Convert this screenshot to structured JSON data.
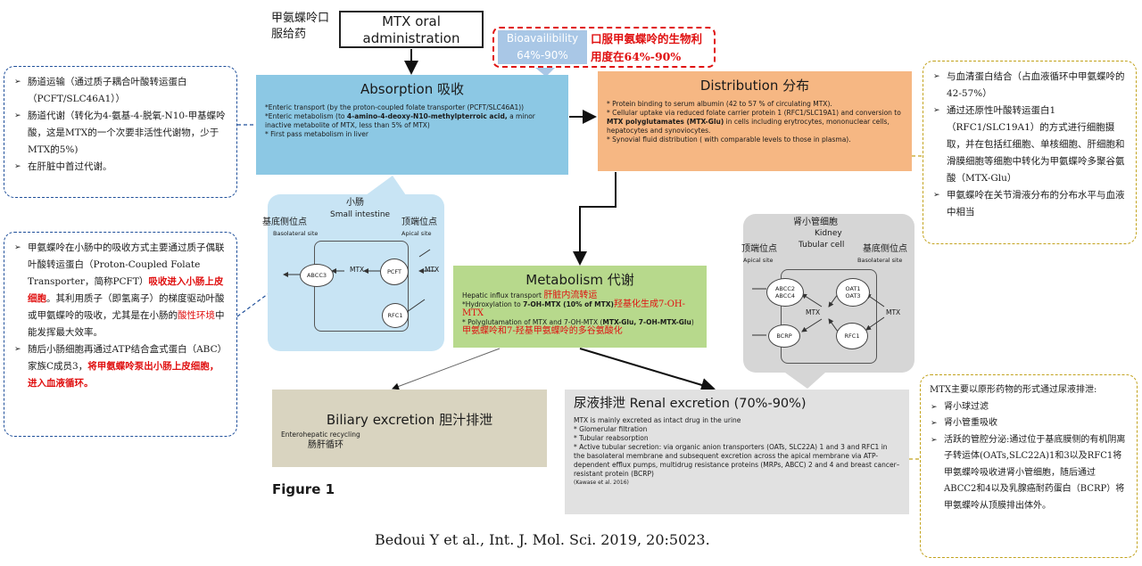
{
  "top": {
    "cn_admin": "甲氨蝶呤口服给药",
    "mtx_oral": "MTX oral administration",
    "bio_en1": "Bioavailibility",
    "bio_en2": "64%-90%",
    "bio_cn": "口服甲氨蝶呤的生物利用度在64%-90%"
  },
  "absorption": {
    "title": "Absorption 吸收",
    "l1": "*Enteric transport (by the proton-coupled folate transporter (PCFT/SLC46A1))",
    "l2a": "*Enteric metabolism (to ",
    "l2b": "4-amino-4-deoxy-N10-methylpterroic acid,",
    "l2c": " a minor inactive metabolite of MTX, less than 5% of MTX)",
    "l3": "* First pass metabolism in liver"
  },
  "distribution": {
    "title": "Distribution 分布",
    "l1": "* Protein binding to serum albumin (42 to 57 % of circulating MTX).",
    "l2a": "* Cellular uptake via reduced folate carrier protein 1 (RFC1/SLC19A1) and conversion to ",
    "l2b": "MTX polyglutamates (MTX-Glu)",
    "l2c": " in cells including erytrocytes, mononuclear cells, hepatocytes and synoviocytes.",
    "l3": "* Synovial fluid distribution ( with comparable levels to those in plasma)."
  },
  "metabolism": {
    "title": "Metabolism 代谢",
    "l1": "Hepatic influx transport",
    "l1cn": "肝脏内流转运",
    "l2a": "*Hydroxylation to ",
    "l2b": "7-OH-MTX (10% of MTX)",
    "l2cn": "羟基化生成7-OH-MTX",
    "l3a": "* Polyglutamation of MTX and 7-OH-MTX (",
    "l3b": "MTX-Glu, 7-OH-MTX-Glu",
    "l3c": ")",
    "l3cn": "甲氨蝶呤和7-羟基甲氨蝶呤的多谷氨酸化"
  },
  "biliary": {
    "title": "Biliary excretion 胆汁排泄",
    "l1": "Enterohepatic recycling",
    "l1cn": "肠肝循环"
  },
  "renal": {
    "title": "尿液排泄  Renal excretion (70%-90%)",
    "l1": "MTX is mainly excreted  as intact drug in the urine",
    "l2": "* Glomerular filtration",
    "l3": "* Tubular reabsorption",
    "l4": "* Active tubular secretion:  via organic anion transporters (OATs, SLC22A) 1 and 3 and RFC1 in the basolateral membrane and subsequent excretion across the apical membrane via ATP-dependent efflux pumps, multidrug resistance proteins (MRPs, ABCC) 2 and 4 and breast cancer–resistant protein (BCRP)",
    "cite": "(Kawase et al. 2016)"
  },
  "intestine": {
    "title_cn": "小肠",
    "title_en": "Small intestine",
    "baso_cn": "基底侧位点",
    "baso_en": "Basolateral site",
    "apical_cn": "顶端位点",
    "apical_en": "Apical site",
    "abcc3": "ABCC3",
    "pcft": "PCFT",
    "rfc1": "RFC1",
    "mtx_in": "MTX",
    "mtx_out": "MTX"
  },
  "kidney": {
    "title_cn": "肾小管细胞",
    "title_en1": "Kidney",
    "title_en2": "Tubular cell",
    "apical_cn": "顶端位点",
    "apical_en": "Apical site",
    "baso_cn": "基底侧位点",
    "baso_en": "Basolateral site",
    "abcc24": "ABCC2 ABCC4",
    "bcrp": "BCRP",
    "oat13": "OAT1 OAT3",
    "rfc1": "RFC1",
    "mtx_in": "MTX",
    "mtx_out": "MTX"
  },
  "notes": {
    "n1": [
      "肠道运输（通过质子耦合叶酸转运蛋白（PCFT/SLC46A1））",
      "肠道代谢（转化为4-氨基-4-脱氧-N10-甲基蝶呤酸，这是MTX的一个次要非活性代谢物，少于MTX的5%)",
      "在肝脏中首过代谢。"
    ],
    "n2_a": "甲氨蝶呤在小肠中的吸收方式主要通过质子偶联叶酸转运蛋白（Proton-Coupled Folate Transporter，简称PCFT）",
    "n2_red1": "吸收进入小肠上皮细胞",
    "n2_b": "。其利用质子（即氢离子）的梯度驱动叶酸或甲氨蝶呤的吸收，尤其是在小肠的",
    "n2_red2": "酸性环境",
    "n2_c": "中能发挥最大效率。",
    "n2_d": "随后小肠细胞再通过ATP结合盒式蛋白（ABC）家族C成员3，",
    "n2_red3": "将甲氨蝶呤泵出小肠上皮细胞，进入血液循环。",
    "n3": [
      "与血清蛋白结合（占血液循环中甲氨蝶呤的42-57%）",
      "通过还原性叶酸转运蛋白1（RFC1/SLC19A1）的方式进行细胞摄取，并在包括红细胞、单核细胞、肝细胞和滑膜细胞等细胞中转化为甲氨蝶呤多聚谷氨酸（MTX-Glu）",
      "甲氨蝶呤在关节滑液分布的分布水平与血液中相当"
    ],
    "n4_head": "MTX主要以原形药物的形式通过尿液排泄:",
    "n4": [
      "肾小球过滤",
      "肾小管重吸收",
      "活跃的管腔分泌:通过位于基底膜侧的有机阴离子转运体(OATs,SLC22A)1和3以及RFC1将甲氨蝶呤吸收进肾小管细胞，随后通过ABCC2和4以及乳腺癌耐药蛋白（BCRP）将甲氨蝶呤从顶膜排出体外。"
    ]
  },
  "figure_label": "Figure 1",
  "citation": "Bedoui Y et al., Int. J. Mol. Sci. 2019, 20:5023."
}
